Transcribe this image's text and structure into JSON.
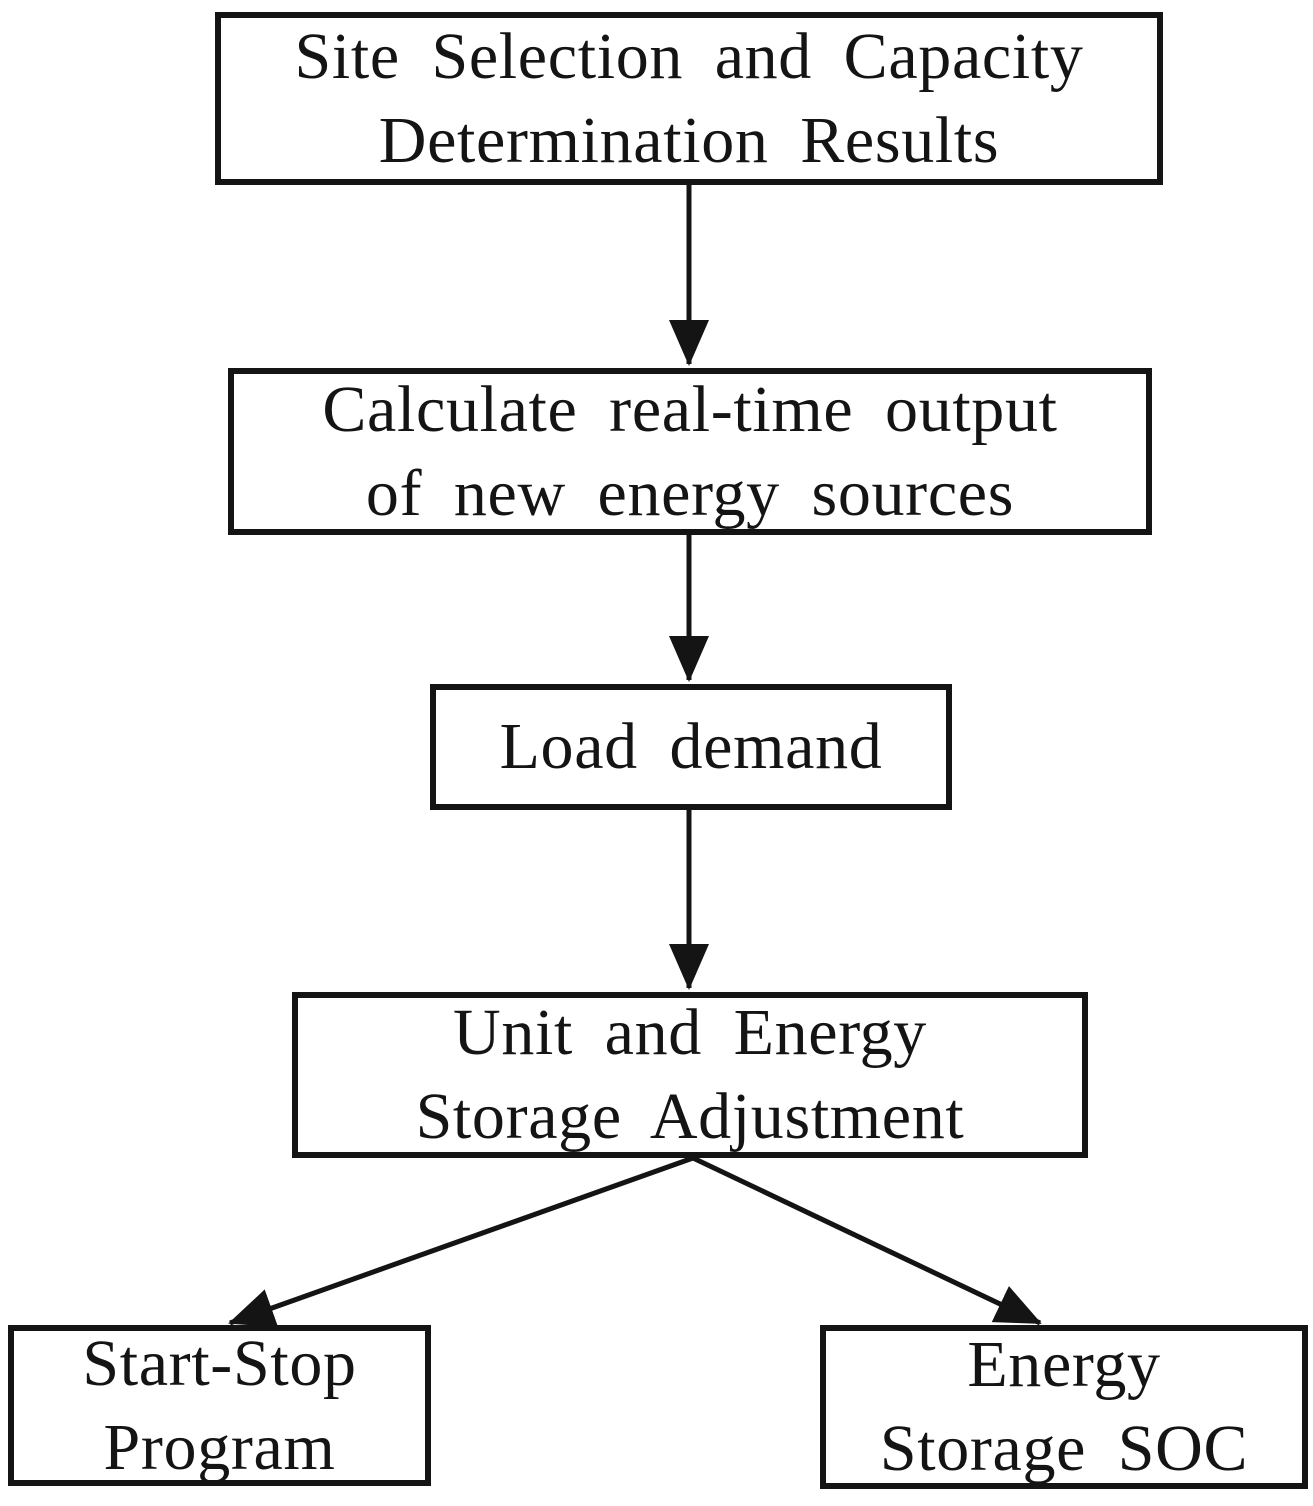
{
  "diagram": {
    "type": "flowchart",
    "background_color": "#ffffff",
    "line_color": "#141414",
    "text_color": "#141414",
    "nodes": [
      {
        "id": "site-selection",
        "label": "Site Selection and Capacity\nDetermination Results"
      },
      {
        "id": "calculate-output",
        "label": "Calculate real-time output\nof new energy sources"
      },
      {
        "id": "load-demand",
        "label": "Load demand"
      },
      {
        "id": "unit-adjustment",
        "label": "Unit and Energy\nStorage Adjustment"
      },
      {
        "id": "start-stop",
        "label": "Start-Stop\nProgram"
      },
      {
        "id": "energy-soc",
        "label": "Energy\nStorage SOC"
      }
    ],
    "edges": [
      {
        "from": "site-selection",
        "to": "calculate-output",
        "style": "arrow-down"
      },
      {
        "from": "calculate-output",
        "to": "load-demand",
        "style": "arrow-down"
      },
      {
        "from": "load-demand",
        "to": "unit-adjustment",
        "style": "arrow-down"
      },
      {
        "from": "unit-adjustment",
        "to": "start-stop",
        "style": "arrow-diagonal-left"
      },
      {
        "from": "unit-adjustment",
        "to": "energy-soc",
        "style": "arrow-diagonal-right"
      }
    ]
  }
}
